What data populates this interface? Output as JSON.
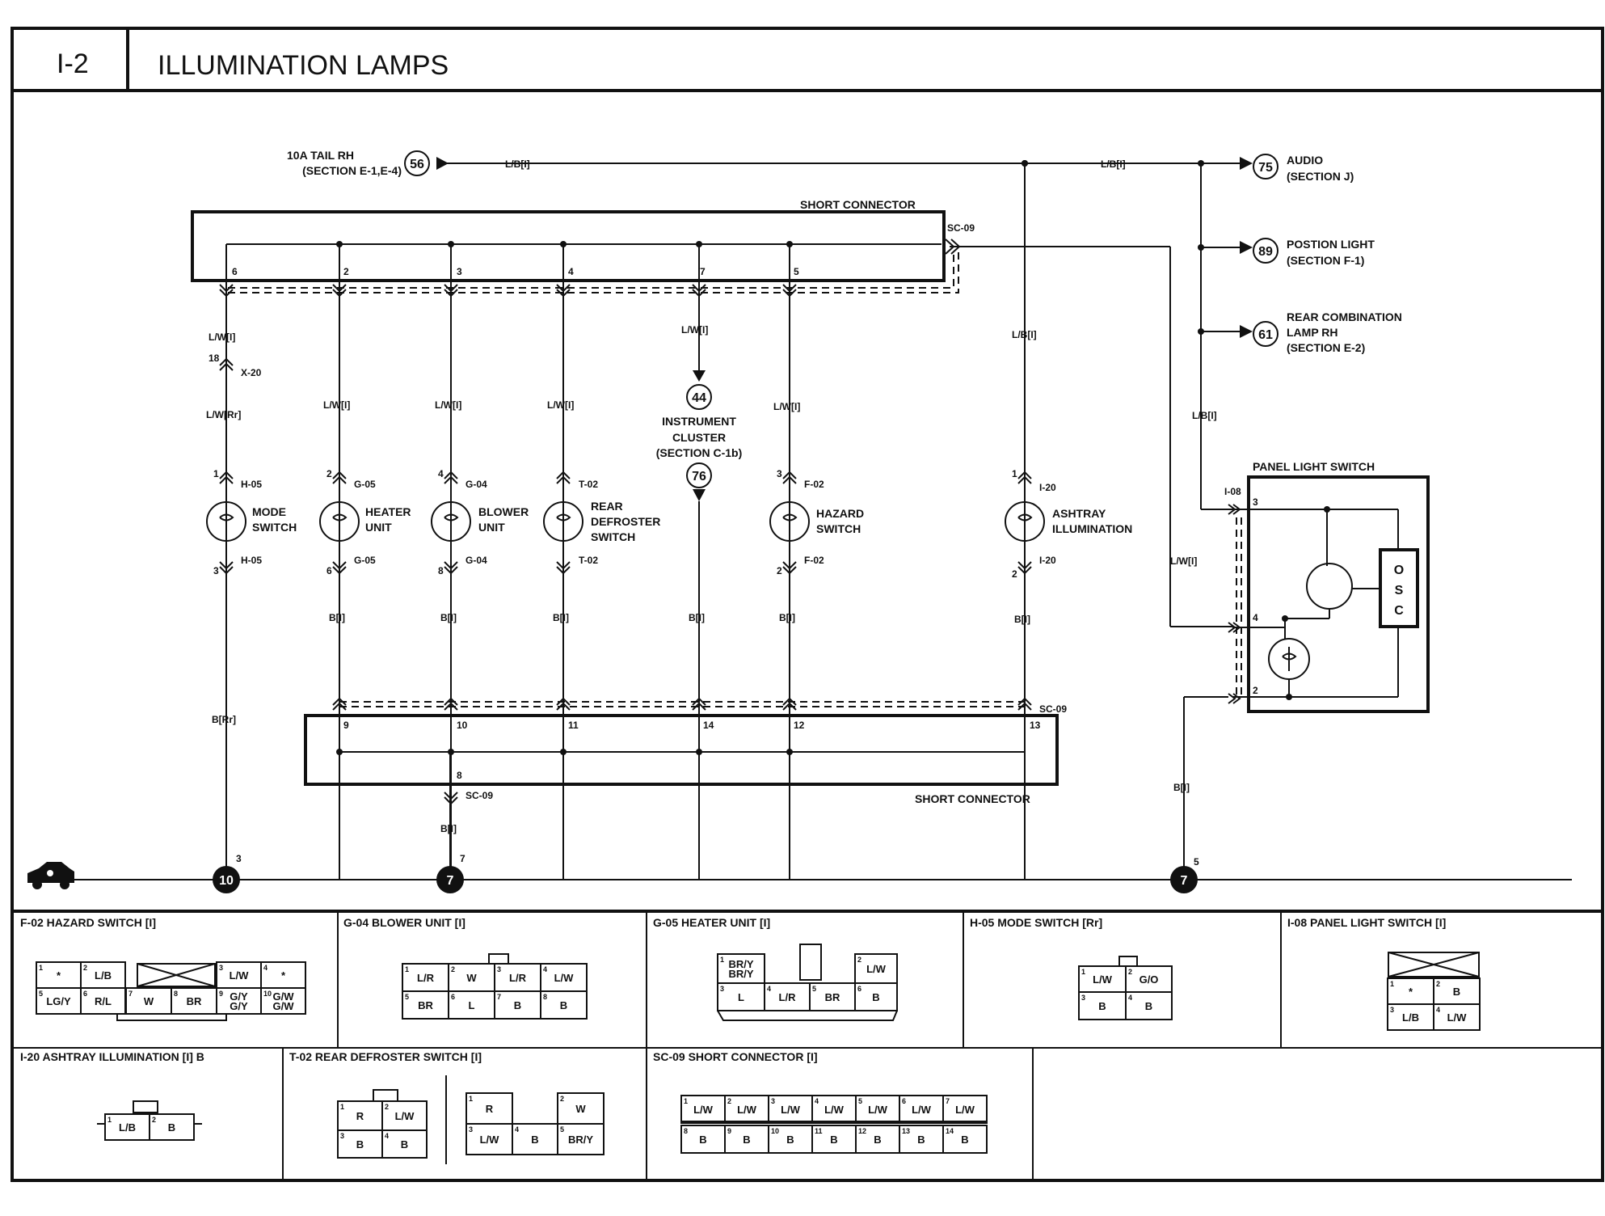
{
  "header": {
    "section": "I-2",
    "title": "ILLUMINATION LAMPS"
  },
  "sources": [
    {
      "num": "56",
      "l1": "10A TAIL RH",
      "l2": "(SECTION E-1,E-4)"
    },
    {
      "num": "75",
      "l1": "AUDIO",
      "l2": "(SECTION J)"
    },
    {
      "num": "89",
      "l1": "POSTION LIGHT",
      "l2": "(SECTION F-1)"
    },
    {
      "num": "61",
      "l1": "REAR COMBINATION",
      "l2": "LAMP RH",
      "l3": "(SECTION E-2)"
    }
  ],
  "wires": {
    "lb": "L/B[I]",
    "lw": "L/W[I]",
    "lwrr": "L/W[Rr]",
    "bi": "B[I]",
    "brr": "B[Rr]"
  },
  "short_connector": {
    "label": "SHORT CONNECTOR",
    "id": "SC-09",
    "top_pins": [
      "6",
      "2",
      "3",
      "4",
      "7",
      "5"
    ],
    "bottom_pins": [
      "9",
      "10",
      "11",
      "14",
      "12",
      "13"
    ],
    "ground_pin": "8"
  },
  "x20": {
    "id": "X-20",
    "pin": "18"
  },
  "components": [
    {
      "l1": "MODE",
      "l2": "SWITCH",
      "conn": "H-05",
      "pin_in": "1",
      "pin_out": "3"
    },
    {
      "l1": "HEATER",
      "l2": "UNIT",
      "conn": "G-05",
      "pin_in": "2",
      "pin_out": "6"
    },
    {
      "l1": "BLOWER",
      "l2": "UNIT",
      "conn": "G-04",
      "pin_in": "4",
      "pin_out": "8"
    },
    {
      "l1": "REAR",
      "l2": "DEFROSTER",
      "l3": "SWITCH",
      "conn": "T-02",
      "pin_in": "",
      "pin_out": ""
    },
    {
      "l1": "HAZARD",
      "l2": "SWITCH",
      "conn": "F-02",
      "pin_in": "3",
      "pin_out": "2"
    },
    {
      "l1": "ASHTRAY",
      "l2": "ILLUMINATION",
      "conn": "I-20",
      "pin_in": "1",
      "pin_out": "2"
    }
  ],
  "cluster": {
    "top": "44",
    "bottom": "76",
    "l1": "INSTRUMENT",
    "l2": "CLUSTER",
    "l3": "(SECTION C-1b)"
  },
  "panel": {
    "label": "PANEL LIGHT SWITCH",
    "conn": "I-08",
    "pins": [
      "3",
      "4",
      "2"
    ],
    "osc": [
      "O",
      "S",
      "C"
    ]
  },
  "grounds": [
    {
      "num": "10",
      "pin": "3"
    },
    {
      "num": "7",
      "pin": "7"
    },
    {
      "num": "7",
      "pin": "5"
    }
  ],
  "connectors": [
    {
      "title": "F-02 HAZARD SWITCH [I]",
      "cells": [
        {
          "n": "1",
          "v": "*"
        },
        {
          "n": "2",
          "v": "L/B"
        },
        {
          "n": "3",
          "v": "L/W"
        },
        {
          "n": "4",
          "v": "*"
        },
        {
          "n": "5",
          "v": "LG/Y"
        },
        {
          "n": "6",
          "v": "R/L"
        },
        {
          "n": "7",
          "v": "W"
        },
        {
          "n": "8",
          "v": "BR"
        },
        {
          "n": "9",
          "v": "G/Y G/Y"
        },
        {
          "n": "10",
          "v": "G/W G/W"
        }
      ]
    },
    {
      "title": "G-04 BLOWER UNIT [I]",
      "cells": [
        {
          "n": "1",
          "v": "L/R"
        },
        {
          "n": "2",
          "v": "W"
        },
        {
          "n": "3",
          "v": "L/R"
        },
        {
          "n": "4",
          "v": "L/W"
        },
        {
          "n": "5",
          "v": "BR"
        },
        {
          "n": "6",
          "v": "L"
        },
        {
          "n": "7",
          "v": "B"
        },
        {
          "n": "8",
          "v": "B"
        }
      ]
    },
    {
      "title": "G-05 HEATER UNIT [I]",
      "cells": [
        {
          "n": "1",
          "v": "BR/Y BR/Y"
        },
        {
          "n": "2",
          "v": "L/W"
        },
        {
          "n": "3",
          "v": "L"
        },
        {
          "n": "4",
          "v": "L/R"
        },
        {
          "n": "5",
          "v": "BR"
        },
        {
          "n": "6",
          "v": "B"
        }
      ]
    },
    {
      "title": "H-05 MODE SWITCH [Rr]",
      "cells": [
        {
          "n": "1",
          "v": "L/W"
        },
        {
          "n": "2",
          "v": "G/O"
        },
        {
          "n": "3",
          "v": "B"
        },
        {
          "n": "4",
          "v": "B"
        }
      ]
    },
    {
      "title": "I-08 PANEL LIGHT SWITCH [I]",
      "cells": [
        {
          "n": "1",
          "v": "*"
        },
        {
          "n": "2",
          "v": "B"
        },
        {
          "n": "3",
          "v": "L/B"
        },
        {
          "n": "4",
          "v": "L/W"
        }
      ]
    },
    {
      "title": "I-20 ASHTRAY ILLUMINATION [I] B",
      "cells": [
        {
          "n": "1",
          "v": "L/B"
        },
        {
          "n": "2",
          "v": "B"
        }
      ]
    },
    {
      "title": "T-02 REAR DEFROSTER SWITCH [I]",
      "cells": [
        {
          "n": "1",
          "v": "R"
        },
        {
          "n": "2",
          "v": "L/W"
        },
        {
          "n": "3",
          "v": "B"
        },
        {
          "n": "4",
          "v": "B"
        },
        {
          "n": "1",
          "v": "R"
        },
        {
          "n": "2",
          "v": "W"
        },
        {
          "n": "3",
          "v": "L/W"
        },
        {
          "n": "4",
          "v": "B"
        },
        {
          "n": "5",
          "v": "BR/Y"
        }
      ]
    },
    {
      "title": "SC-09 SHORT CONNECTOR [I]",
      "cells": [
        {
          "n": "1",
          "v": "L/W"
        },
        {
          "n": "2",
          "v": "L/W"
        },
        {
          "n": "3",
          "v": "L/W"
        },
        {
          "n": "4",
          "v": "L/W"
        },
        {
          "n": "5",
          "v": "L/W"
        },
        {
          "n": "6",
          "v": "L/W"
        },
        {
          "n": "7",
          "v": "L/W"
        },
        {
          "n": "8",
          "v": "B"
        },
        {
          "n": "9",
          "v": "B"
        },
        {
          "n": "10",
          "v": "B"
        },
        {
          "n": "11",
          "v": "B"
        },
        {
          "n": "12",
          "v": "B"
        },
        {
          "n": "13",
          "v": "B"
        },
        {
          "n": "14",
          "v": "B"
        }
      ]
    }
  ]
}
